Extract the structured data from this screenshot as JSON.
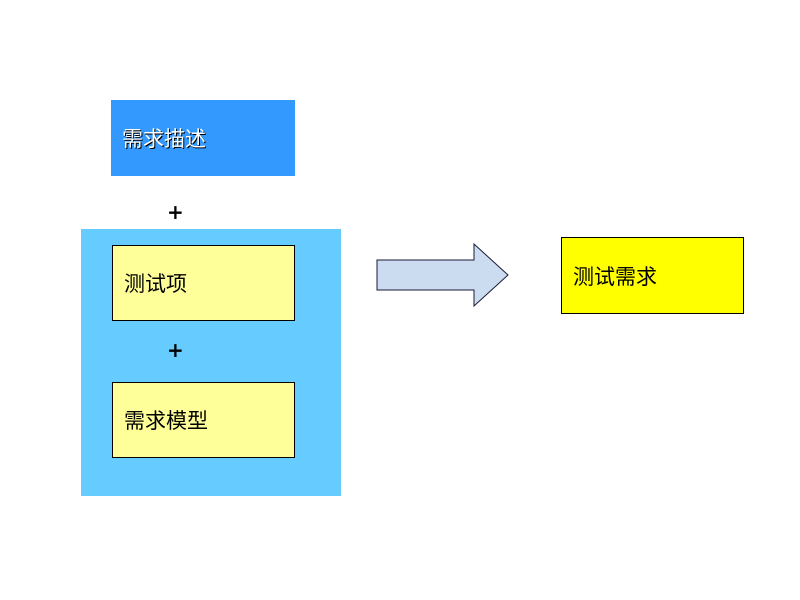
{
  "diagram": {
    "requirement_description": "需求描述",
    "plus_top": "+",
    "test_item": "测试项",
    "plus_middle": "+",
    "requirement_model": "需求模型",
    "test_requirement": "测试需求"
  },
  "colors": {
    "requirement_description_fill": "#3399ff",
    "group_fill": "#66ccff",
    "item_fill": "#ffff99",
    "result_fill": "#ffff00",
    "arrow_fill": "#ccdcf0"
  },
  "icons": {
    "flow_arrow": "right-arrow-icon"
  }
}
